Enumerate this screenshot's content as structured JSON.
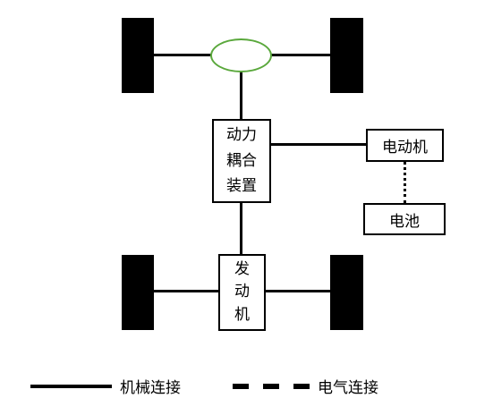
{
  "nodes": {
    "coupling": {
      "line1": "动力",
      "line2": "耦合",
      "line3": "装置"
    },
    "motor": {
      "label": "电动机"
    },
    "battery": {
      "label": "电池"
    },
    "engine": {
      "line1": "发",
      "line2": "动",
      "line3": "机"
    }
  },
  "legend": {
    "mechanical": "机械连接",
    "electrical": "电气连接"
  },
  "colors": {
    "line": "#000000",
    "differential": "#5aa83c"
  }
}
